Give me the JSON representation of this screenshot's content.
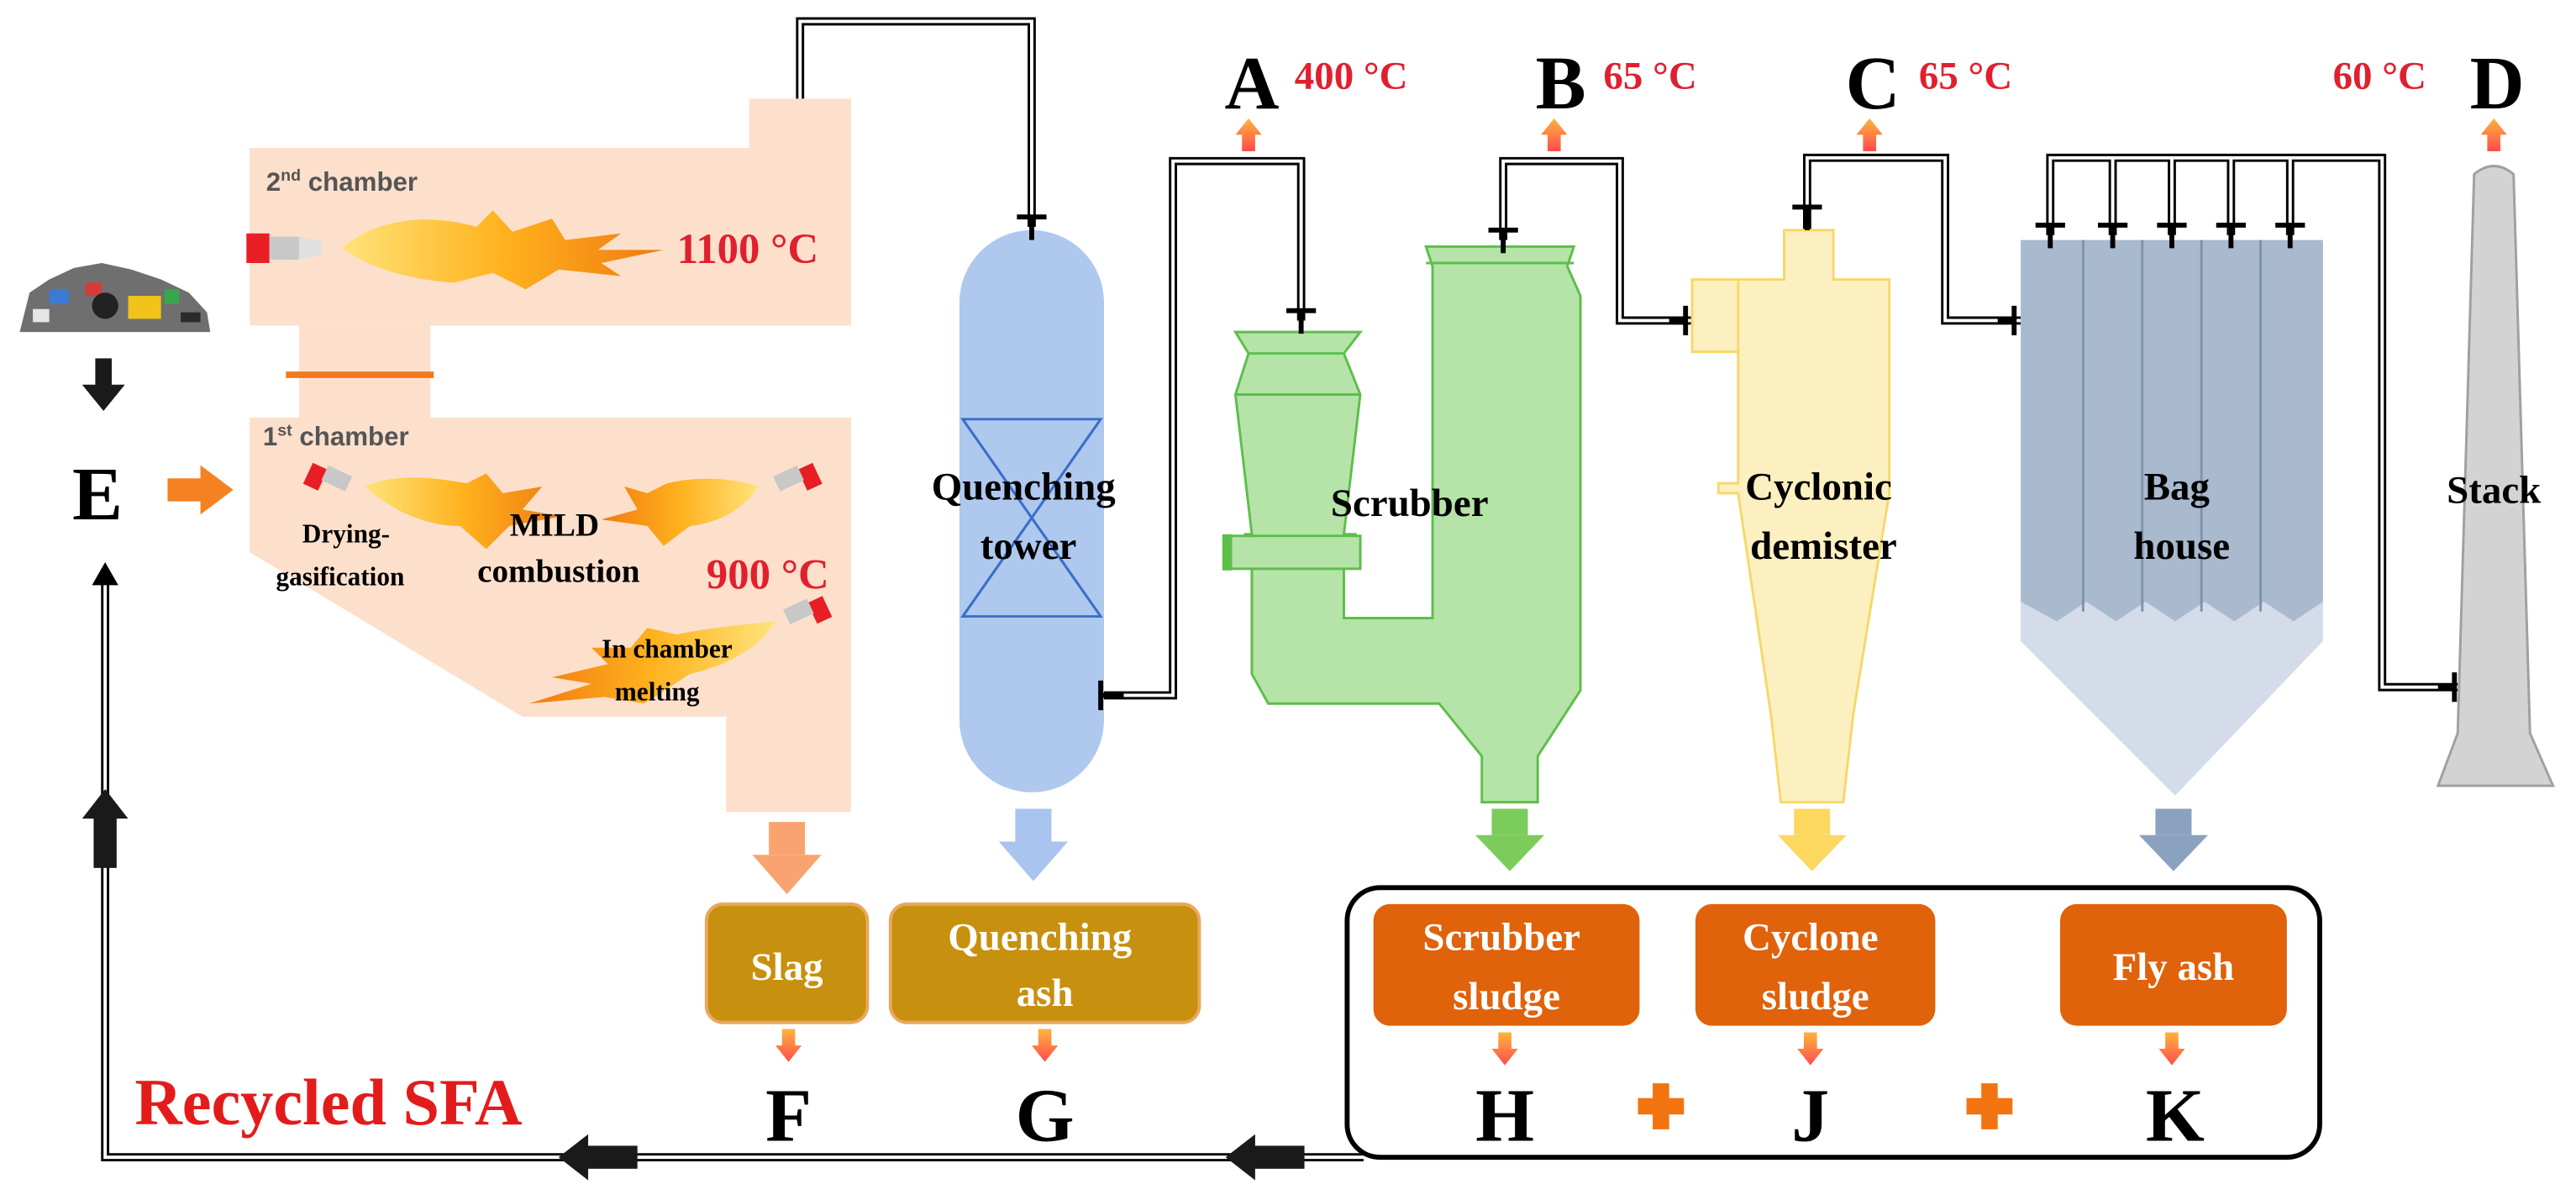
{
  "chambers": {
    "second": {
      "label_main": "2",
      "label_sup": "nd",
      "label_rest": " chamber",
      "temperature": "1100 °C"
    },
    "first": {
      "label_main": "1",
      "label_sup": "st",
      "label_rest": " chamber",
      "temperature": "900 °C"
    },
    "drying_label_1": "Drying-",
    "drying_label_2": "gasification",
    "mild_label_1": "MILD",
    "mild_label_2": "combustion",
    "melting_label_1": "In chamber",
    "melting_label_2": "melting"
  },
  "units": {
    "quench_1": "Quenching",
    "quench_2": "tower",
    "scrubber": "Scrubber",
    "cyclone_1": "Cyclonic",
    "cyclone_2": "demister",
    "baghouse_1": "Bag",
    "baghouse_2": "house",
    "stack": "Stack"
  },
  "sample_points": {
    "A": {
      "letter": "A",
      "temp": "400 °C"
    },
    "B": {
      "letter": "B",
      "temp": "65 °C"
    },
    "C": {
      "letter": "C",
      "temp": "65 °C"
    },
    "D": {
      "letter": "D",
      "temp": "60 °C"
    },
    "E": "E",
    "F": "F",
    "G": "G",
    "H": "H",
    "J": "J",
    "K": "K"
  },
  "residues": {
    "slag": "Slag",
    "quench_ash_1": "Quenching",
    "quench_ash_2": "ash",
    "scrubber_sludge_1": "Scrubber",
    "scrubber_sludge_2": "sludge",
    "cyclone_sludge_1": "Cyclone",
    "cyclone_sludge_2": "sludge",
    "fly_ash": "Fly ash"
  },
  "recycle_label": "Recycled SFA",
  "colors": {
    "temperature_red": "#e0202e",
    "recycle_red": "#e41b1b",
    "residue_box_brown": "#c8900f",
    "residue_box_orange": "#e0620b",
    "chamber_fill": "#fde0cc",
    "quench_fill": "#aec8ee",
    "scrubber_fill": "#b6e3a8",
    "cyclone_fill": "#fdf0c0",
    "baghouse_fill": "#a9b9ce",
    "stack_fill": "#d3d3d3"
  }
}
